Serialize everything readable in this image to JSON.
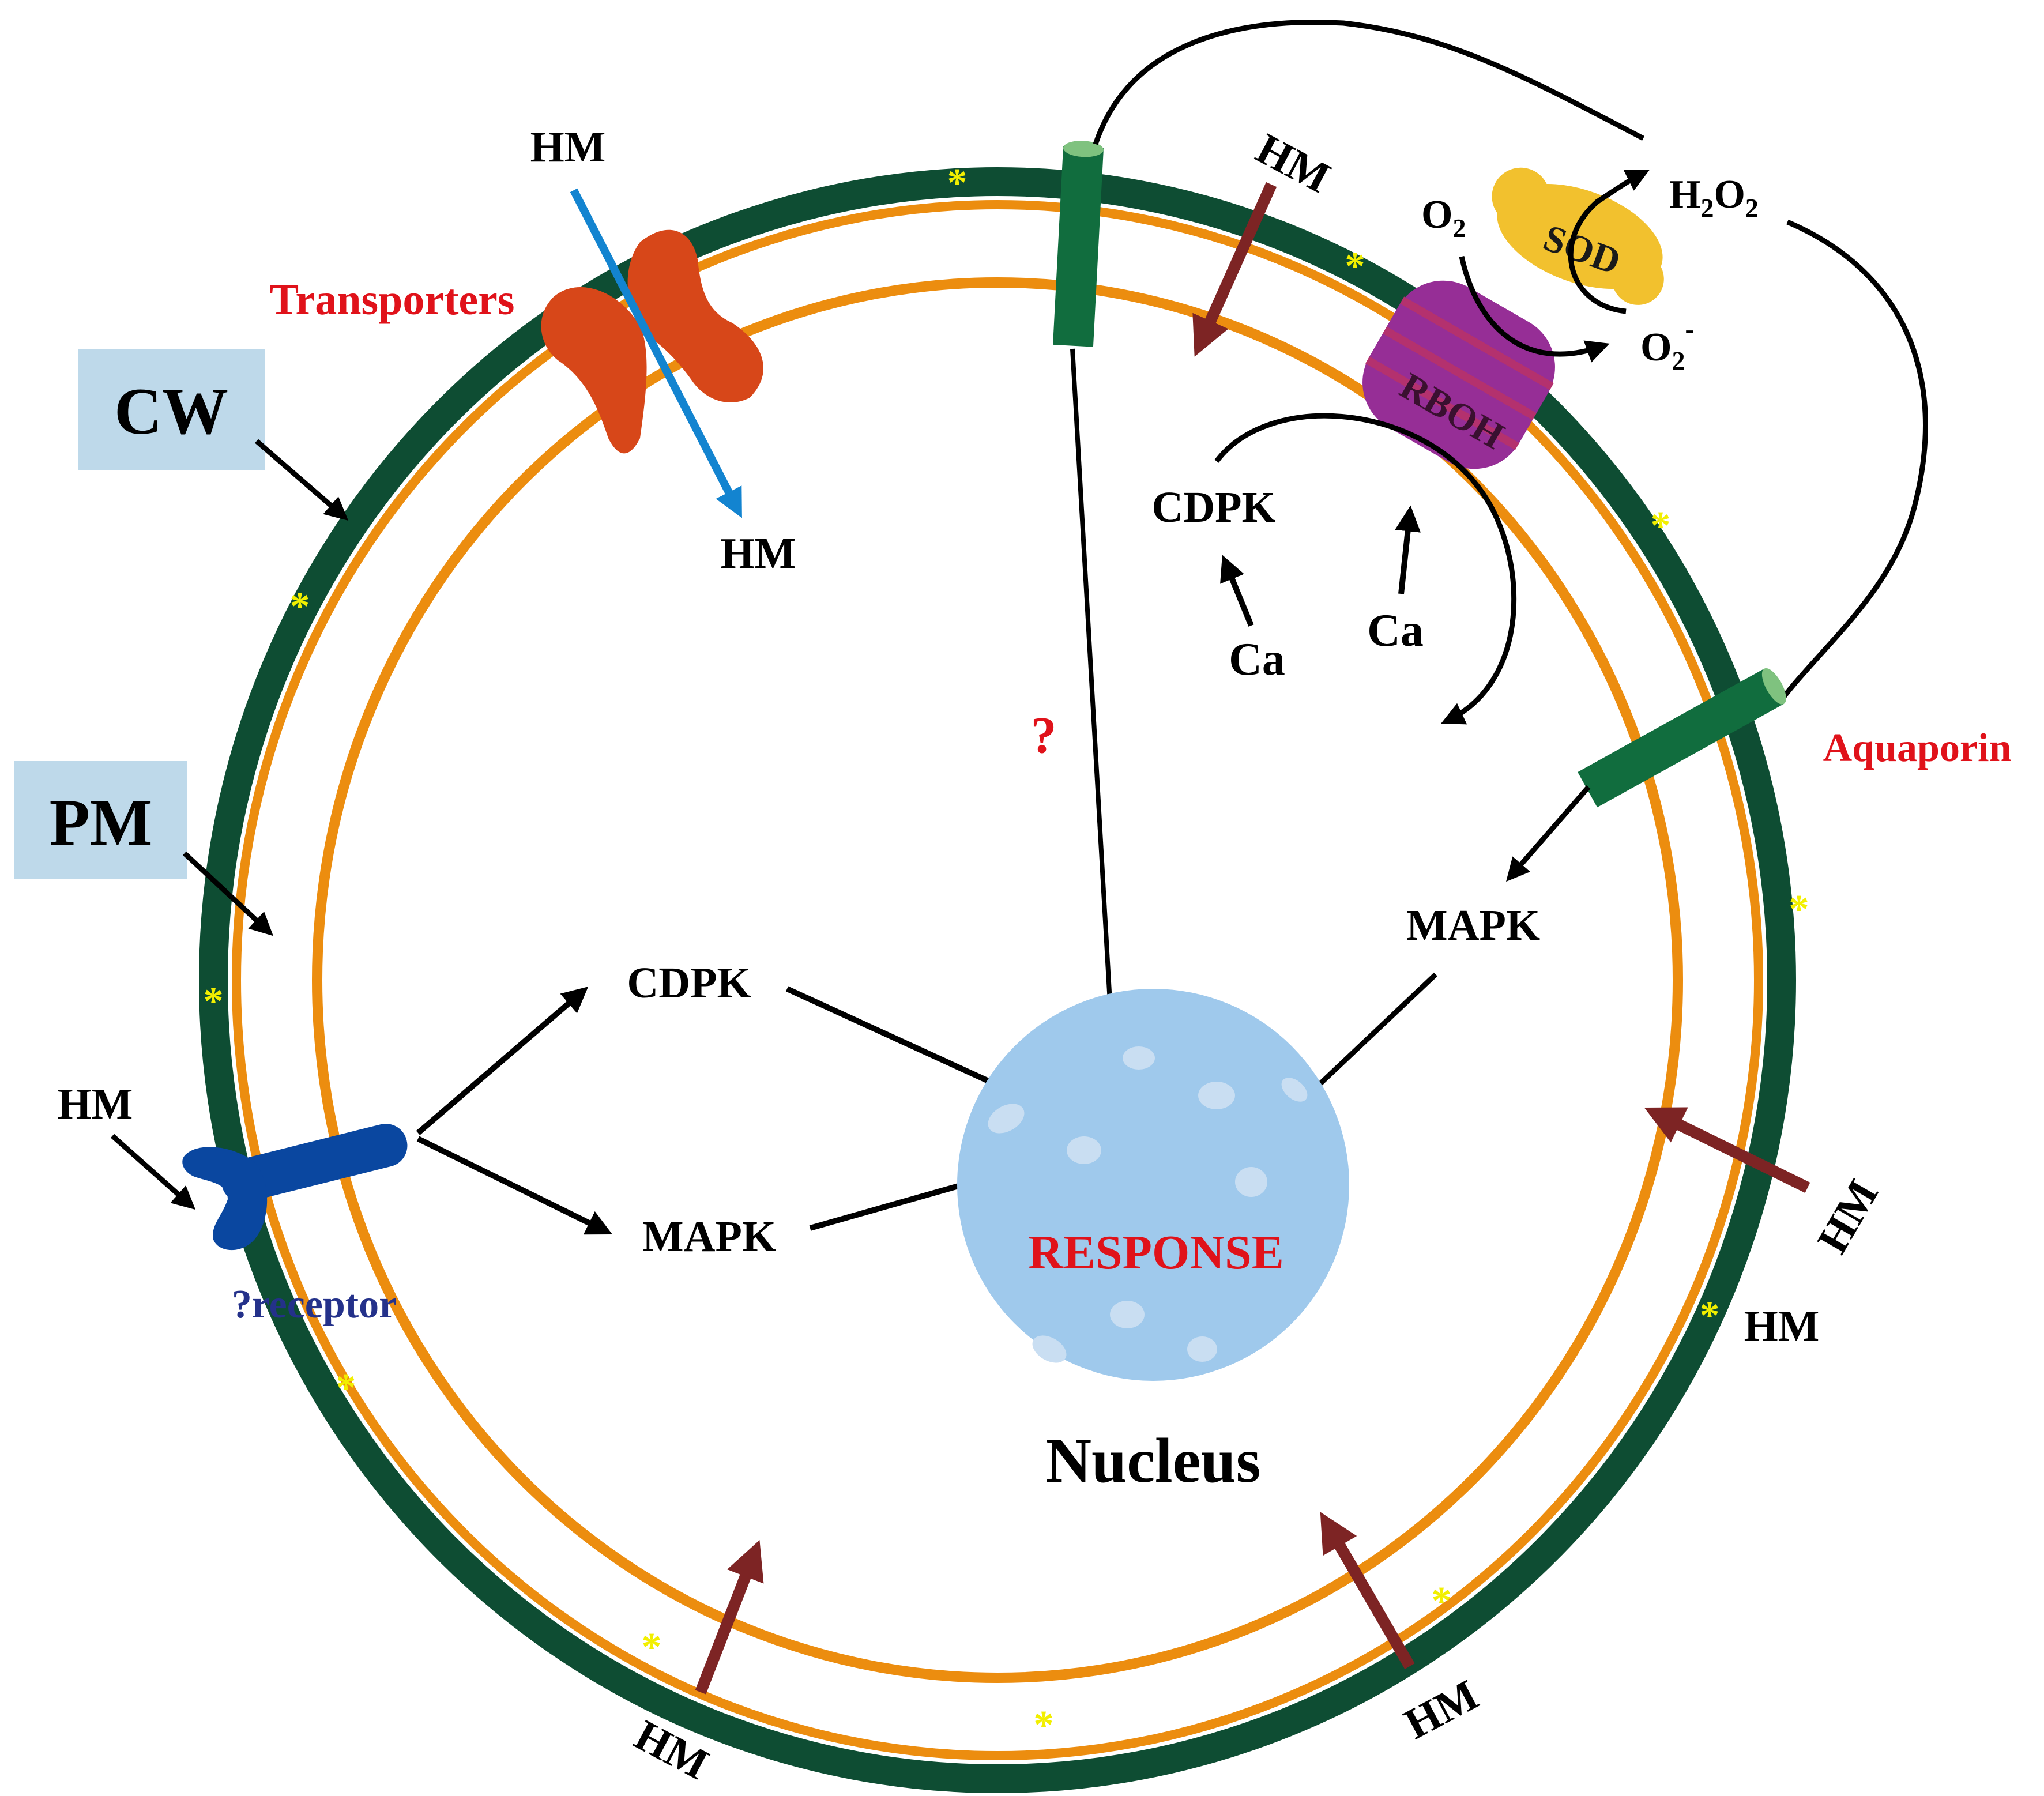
{
  "labels": {
    "cw": "CW",
    "pm": "PM",
    "transporters": "Transporters",
    "receptor": "?receptor",
    "aquaporin": "Aquaporin",
    "rboh": "RBOH",
    "sod": "SOD",
    "o2": "O",
    "o2_sub": "2",
    "superoxide": "O",
    "superoxide_sub": "2",
    "superoxide_sup": "-",
    "h2o2_h": "H",
    "h2o2_sub1": "2",
    "h2o2_o": "O",
    "h2o2_sub2": "2",
    "cdpk_top": "CDPK",
    "ca_left": "Ca",
    "ca_right": "Ca",
    "question": "?",
    "cdpk_mid": "CDPK",
    "mapk_mid": "MAPK",
    "mapk_right": "MAPK",
    "response": "RESPONSE",
    "nucleus": "Nucleus",
    "hm_top": "HM",
    "hm_transport_in": "HM",
    "hm_top_right": "HM",
    "hm_left": "HM",
    "hm_right_rot": "HM",
    "hm_right": "HM",
    "hm_bottom_left": "HM",
    "hm_bottom_right": "HM"
  },
  "colors": {
    "cell_wall": "#0e4d33",
    "plasma_membrane": "#ec8d0f",
    "label_box": "#bed9ea",
    "transporter": "#d74719",
    "receptor": "#0a47a0",
    "channel": "#116d3e",
    "rboh": "#962e96",
    "sod": "#f2c12e",
    "nucleus": "#9fc9ec",
    "hm_arrow": "#7d2424",
    "hm_uptake_arrow": "#1384d0",
    "red_text": "#e0121a",
    "receptor_text": "#24318a",
    "star": "#f2ef00"
  }
}
